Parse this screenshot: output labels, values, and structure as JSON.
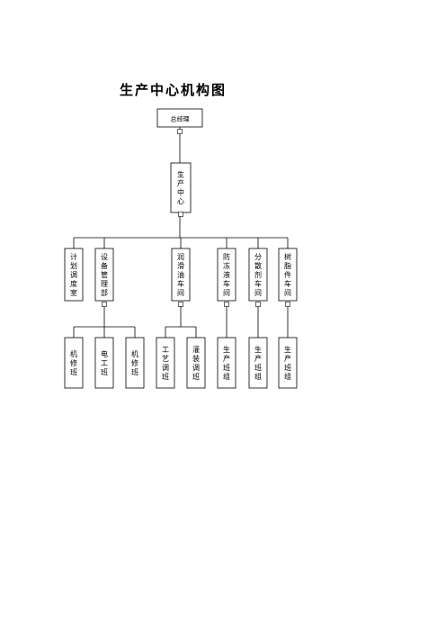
{
  "title": "生产中心机构图",
  "root": {
    "label": "总经理"
  },
  "center": {
    "label": "生产中心"
  },
  "departments": [
    {
      "id": "plan",
      "label": "计划调度室"
    },
    {
      "id": "equip",
      "label": "设备管理部"
    },
    {
      "id": "lube",
      "label": "润滑油车间"
    },
    {
      "id": "anti",
      "label": "防冻液车间"
    },
    {
      "id": "pack",
      "label": "分散剂车间"
    },
    {
      "id": "resin",
      "label": "树脂件车间"
    }
  ],
  "teams": [
    {
      "parent": "equip",
      "label": "机修班"
    },
    {
      "parent": "equip",
      "label": "电工班"
    },
    {
      "parent": "equip",
      "label": "机修班"
    },
    {
      "parent": "lube",
      "label": "工艺调班"
    },
    {
      "parent": "lube",
      "label": "灌装调班"
    },
    {
      "parent": "anti",
      "label": "生产班组"
    },
    {
      "parent": "pack",
      "label": "生产班组"
    },
    {
      "parent": "resin",
      "label": "生产班组"
    }
  ]
}
